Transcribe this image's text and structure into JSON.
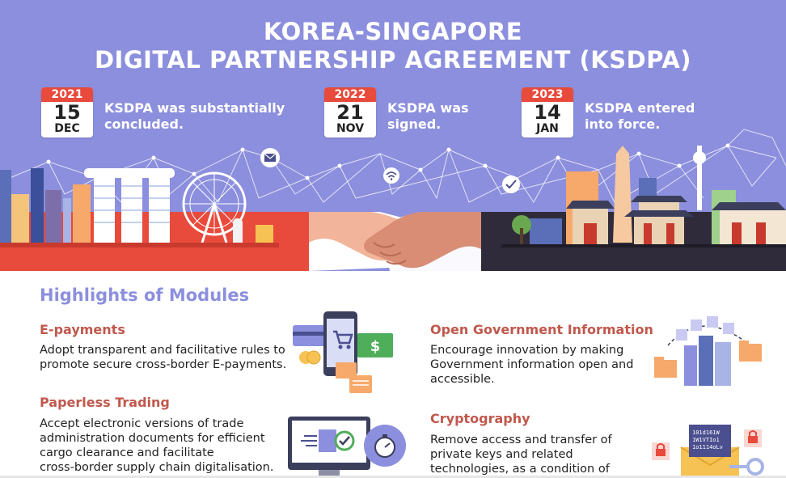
{
  "banner": {
    "title_line1": "KOREA-SINGAPORE",
    "title_line2": "DIGITAL PARTNERSHIP AGREEMENT (KSDPA)",
    "milestones": [
      {
        "year": "2021",
        "day": "15",
        "month": "DEC",
        "text_line1": "KSDPA was substantially",
        "text_line2": "concluded."
      },
      {
        "year": "2022",
        "day": "21",
        "month": "NOV",
        "text_line1": "KSDPA was",
        "text_line2": "signed."
      },
      {
        "year": "2023",
        "day": "14",
        "month": "JAN",
        "text_line1": "KSDPA entered",
        "text_line2": "into force."
      }
    ]
  },
  "highlights": {
    "title": "Highlights of Modules",
    "modules": [
      {
        "title": "E-payments",
        "lines": [
          "Adopt transparent and facilitative rules to",
          "promote secure cross-border E-payments."
        ]
      },
      {
        "title": "Paperless Trading",
        "lines": [
          "Accept electronic versions of trade",
          "administration documents for efficient",
          "cargo clearance and facilitate",
          "cross-border supply chain digitalisation."
        ]
      },
      {
        "title": "Open Government Information",
        "lines": [
          "Encourage innovation by making",
          "Government information open and",
          "accessible."
        ]
      },
      {
        "title": "Cryptography",
        "lines": [
          "Remove access and transfer of",
          "private keys and related",
          "technologies, as a condition of"
        ]
      }
    ]
  },
  "icons": {
    "mail": "mail-icon",
    "wifi": "wifi-icon",
    "check": "check-icon",
    "dollar": "$",
    "binary": [
      "101d161W",
      "1W1VTIo1",
      "1o1114oLv"
    ]
  },
  "colors": {
    "banner": "#8c8fdd",
    "accent_red": "#e84a3c",
    "module_title": "#c0584c",
    "dark_ground": "#2f2b3a"
  }
}
